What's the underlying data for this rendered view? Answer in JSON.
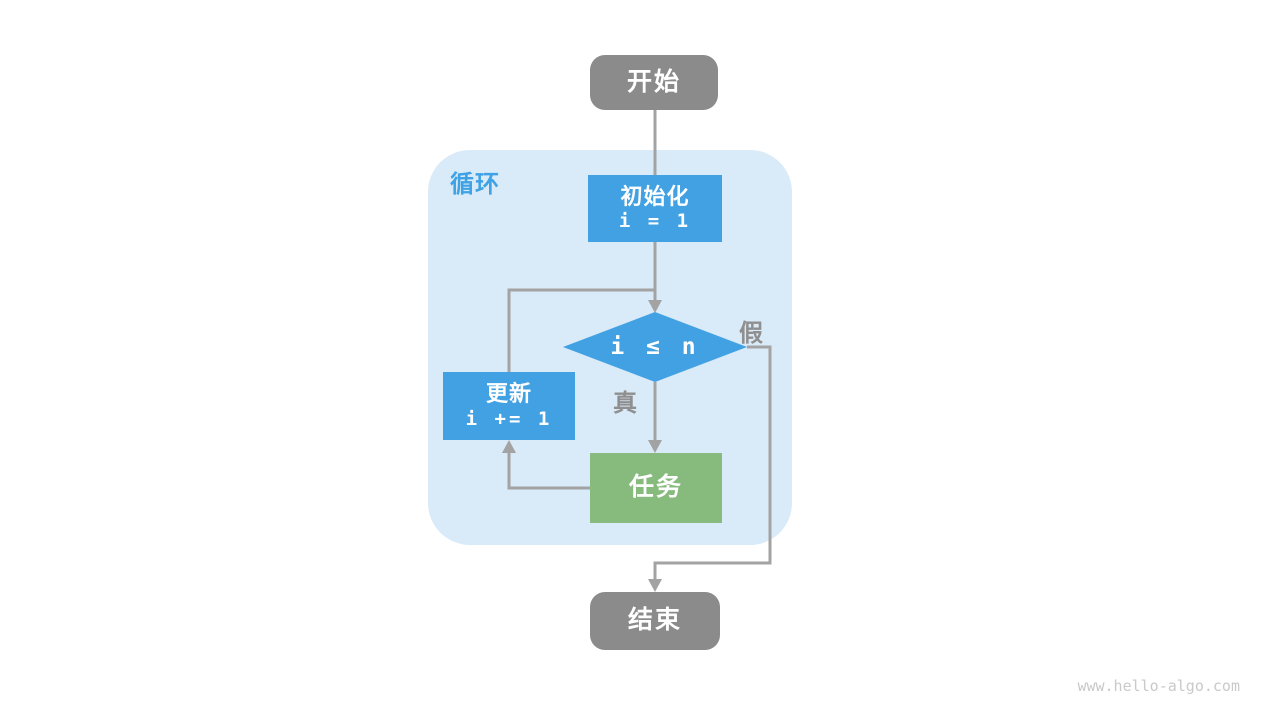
{
  "diagram": {
    "loop_label": "循环",
    "nodes": {
      "start": {
        "label": "开始"
      },
      "init": {
        "title": "初始化",
        "code": "i = 1"
      },
      "condition": {
        "code": "i ≤ n"
      },
      "update": {
        "title": "更新",
        "code": "i += 1"
      },
      "task": {
        "label": "任务"
      },
      "end": {
        "label": "结束"
      }
    },
    "edge_labels": {
      "true_branch": "真",
      "false_branch": "假"
    }
  },
  "watermark": "www.hello-algo.com",
  "colors": {
    "process_blue": "#42A1E2",
    "task_green": "#87BB7E",
    "terminal_gray": "#8B8B8B",
    "loop_container_bg": "#D9EAF8",
    "loop_label_blue": "#3FA2E4",
    "connector_gray": "#A3A3A3",
    "edge_label_gray": "#8F8F8F",
    "watermark_gray": "#C9C9C9"
  }
}
